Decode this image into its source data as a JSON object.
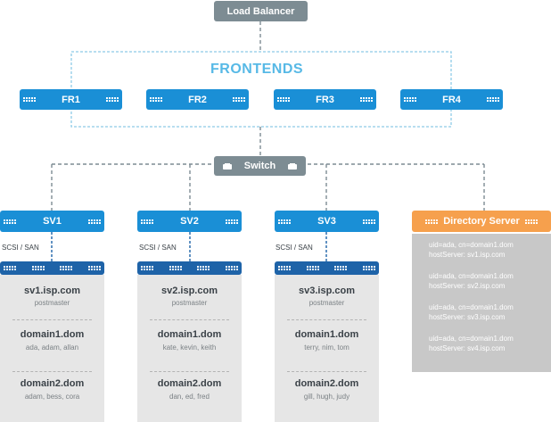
{
  "load_balancer": "Load Balancer",
  "frontends": {
    "title": "FRONTENDS",
    "nodes": [
      "FR1",
      "FR2",
      "FR3",
      "FR4"
    ]
  },
  "switch": "Switch",
  "servers": [
    {
      "label": "SV1",
      "link": "SCSI / SAN",
      "host": "sv1.isp.com",
      "host_user": "postmaster",
      "domains": [
        {
          "name": "domain1.dom",
          "users": "ada, adam, allan"
        },
        {
          "name": "domain2.dom",
          "users": "adam, bess, cora"
        }
      ]
    },
    {
      "label": "SV2",
      "link": "SCSI / SAN",
      "host": "sv2.isp.com",
      "host_user": "postmaster",
      "domains": [
        {
          "name": "domain1.dom",
          "users": "kate, kevin, keith"
        },
        {
          "name": "domain2.dom",
          "users": "dan, ed, fred"
        }
      ]
    },
    {
      "label": "SV3",
      "link": "SCSI / SAN",
      "host": "sv3.isp.com",
      "host_user": "postmaster",
      "domains": [
        {
          "name": "domain1.dom",
          "users": "terry, nim, tom"
        },
        {
          "name": "domain2.dom",
          "users": "gill, hugh, judy"
        }
      ]
    }
  ],
  "directory": {
    "title": "Directory Server",
    "entries": [
      {
        "uid": "uid=ada, cn=domain1.dom",
        "host": "hostServer: sv1.isp.com"
      },
      {
        "uid": "uid=ada, cn=domain1.dom",
        "host": "hostServer: sv2.isp.com"
      },
      {
        "uid": "uid=ada, cn=domain1.dom",
        "host": "hostServer: sv3.isp.com"
      },
      {
        "uid": "uid=ada, cn=domain1.dom",
        "host": "hostServer: sv4.isp.com"
      }
    ]
  }
}
